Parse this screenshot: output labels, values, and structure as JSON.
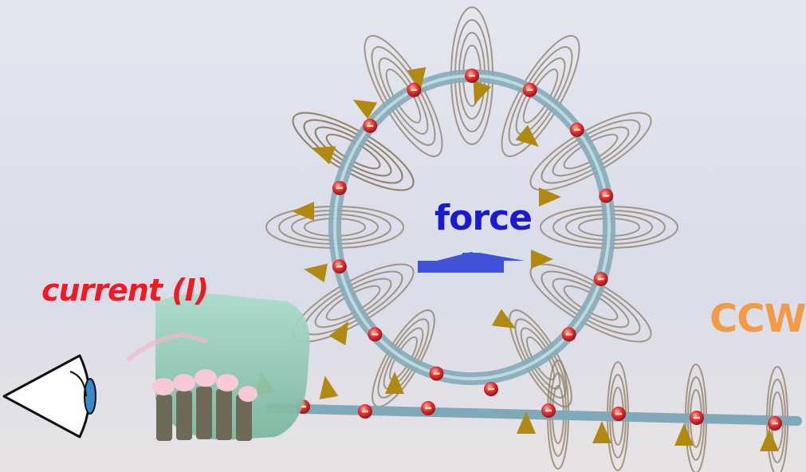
{
  "labels": {
    "current": "current (I)",
    "force": "force",
    "direction": "CCW"
  },
  "colors": {
    "background": "#dcdfea",
    "current_label": "#ee1b24",
    "force_label": "#1a1ad2",
    "direction_label": "#f39a45",
    "force_arrow": "#3f52d8",
    "wire": "#7fa9b8",
    "electron": "#e8323a",
    "field_arrow": "#b08a10",
    "field_loops": "#8e7c62",
    "hand": "#8fc9b2",
    "eye_iris": "#3a86c8"
  },
  "icons": {
    "observer": "eye-icon",
    "hand": "right-hand-icon",
    "force_arrow": "arrow-up-icon"
  }
}
